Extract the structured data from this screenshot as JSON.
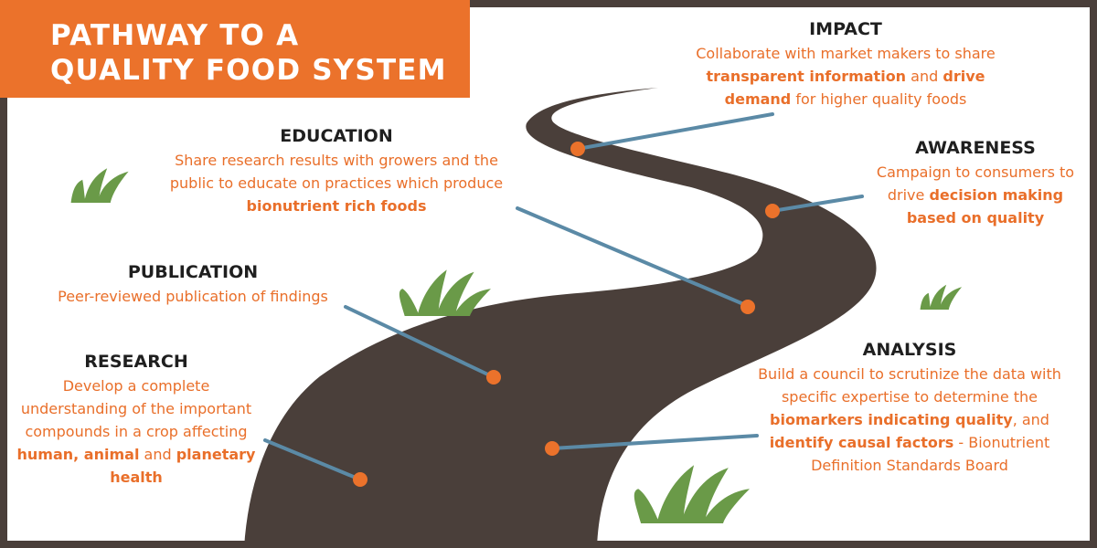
{
  "title": {
    "line1": "PATHWAY TO A",
    "line2": "QUALITY FOOD SYSTEM"
  },
  "colors": {
    "accent": "#eb722b",
    "road": "#4a3f3a",
    "border": "#4a3f3a",
    "connector": "#5b8aa6",
    "grass": "#6a9a48",
    "heading": "#1f1f1f"
  },
  "steps": {
    "impact": {
      "heading": "IMPACT",
      "d1": "Collaborate with market makers to share ",
      "d2": "transparent information",
      "d3": " and ",
      "d4": "drive demand",
      "d5": " for higher quality foods"
    },
    "education": {
      "heading": "EDUCATION",
      "d1": "Share research results with growers and the public to educate on practices which produce ",
      "d2": "bionutrient rich foods"
    },
    "awareness": {
      "heading": "AWARENESS",
      "d1": "Campaign to consumers to drive ",
      "d2": "decision making based on quality"
    },
    "publication": {
      "heading": "PUBLICATION",
      "d1": "Peer-reviewed publication of findings"
    },
    "analysis": {
      "heading": "ANALYSIS",
      "d1": "Build a council to scrutinize the data with specific expertise to determine the ",
      "d2": "biomarkers indicating quality",
      "d3": ", and ",
      "d4": "identify causal factors",
      "d5": " - Bionutrient Definition Standards Board"
    },
    "research": {
      "heading": "RESEARCH",
      "d1": "Develop a complete understanding of the important compounds in a crop affecting ",
      "d2": "human, animal",
      "d3": " and ",
      "d4": "planetary health"
    }
  }
}
